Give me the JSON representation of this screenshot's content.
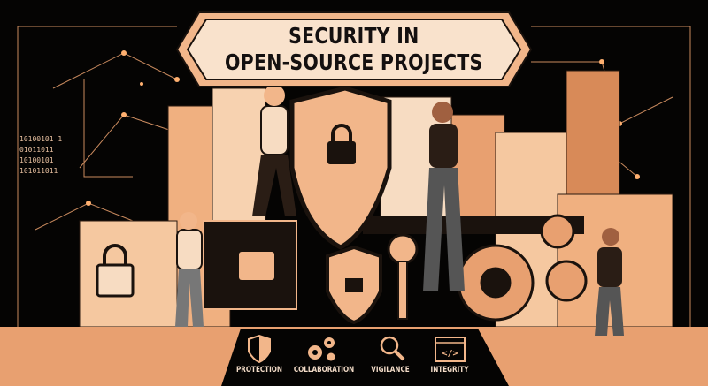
{
  "title": {
    "line1": "SECURITY IN",
    "line2": "OPEN-SOURCE PROJECTS"
  },
  "values": [
    {
      "label": "PROTECTION",
      "icon": "shield-icon"
    },
    {
      "label": "COLLABORATION",
      "icon": "gears-icon"
    },
    {
      "label": "VIGILANCE",
      "icon": "magnifier-icon"
    },
    {
      "label": "INTEGRITY",
      "icon": "code-window-icon"
    }
  ],
  "binary_text": [
    "10100101 1",
    "01011011",
    "10100101",
    "101011011"
  ],
  "colors": {
    "background": "#050403",
    "peach": "#f2b68a",
    "light": "#f7dcc2",
    "dark": "#1a120d",
    "accent": "#e0905a"
  }
}
